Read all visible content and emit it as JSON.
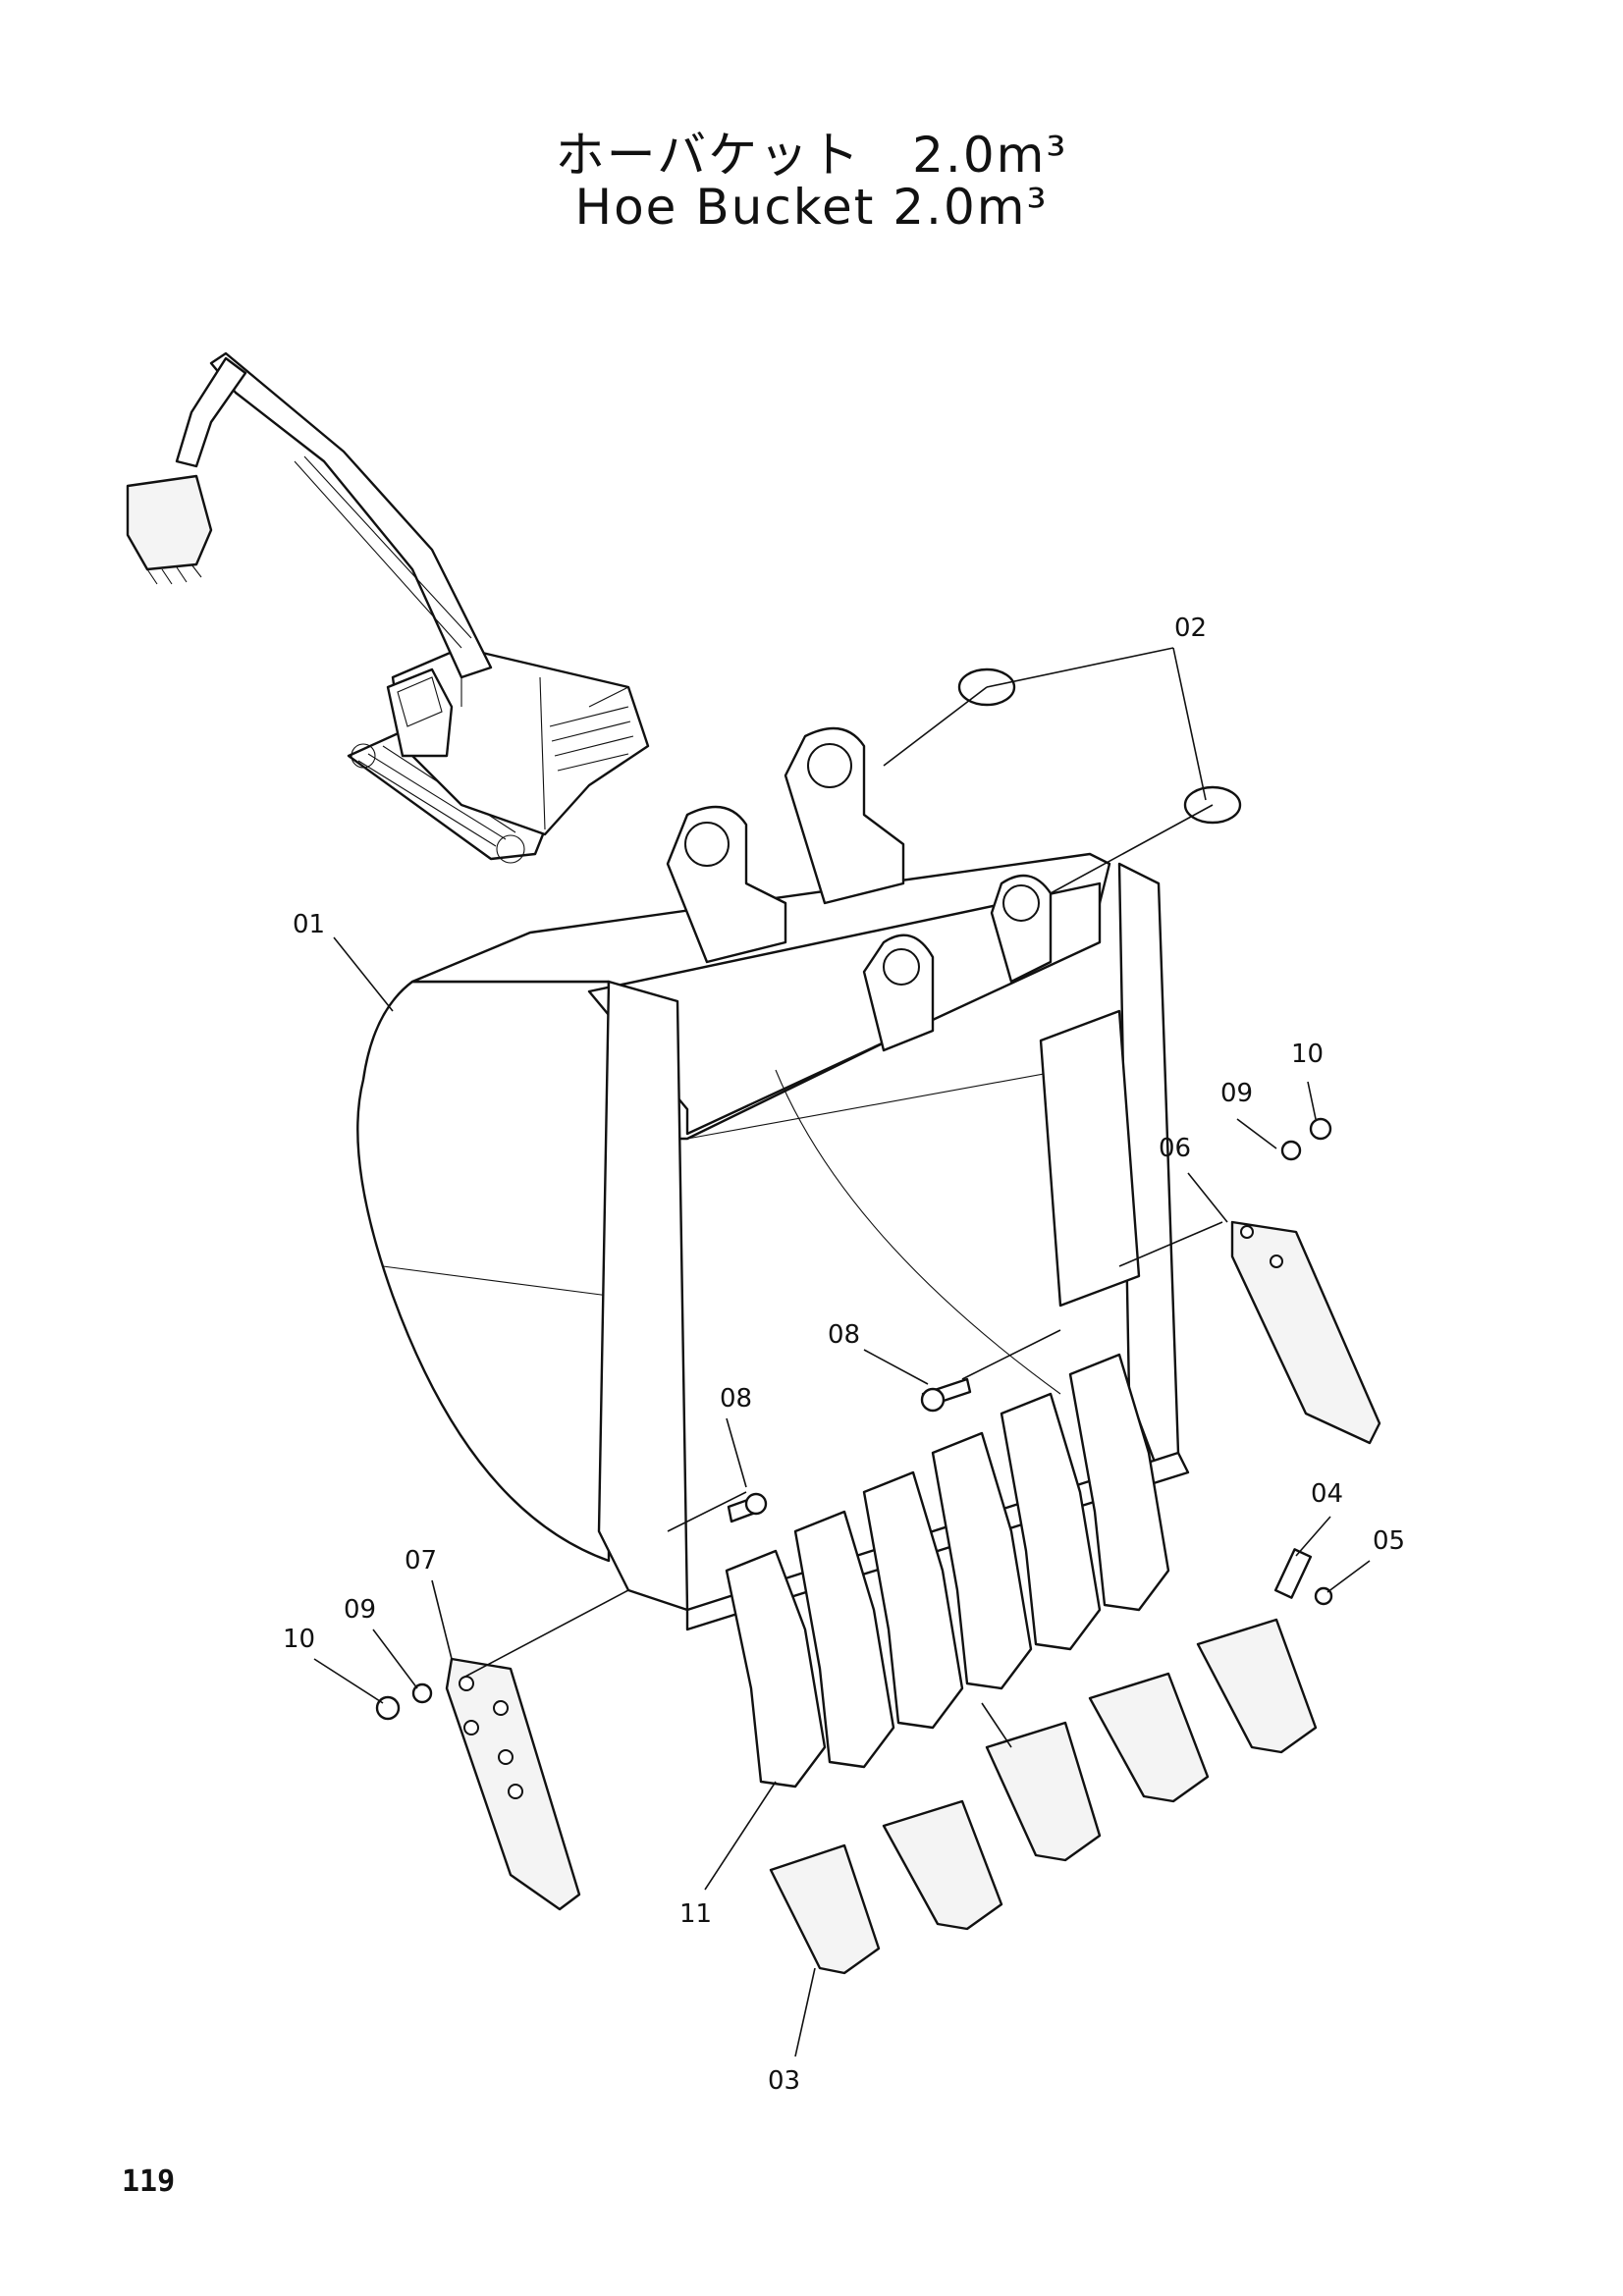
{
  "title_jp": "ホーバケット　2.0m³",
  "title_en": "Hoe Bucket 2.0m³",
  "page_number": "119",
  "callouts": {
    "c01": "01",
    "c02": "02",
    "c03": "03",
    "c04": "04",
    "c05": "05",
    "c06": "06",
    "c07": "07",
    "c08a": "08",
    "c08b": "08",
    "c09a": "09",
    "c09b": "09",
    "c10a": "10",
    "c10b": "10",
    "c11": "11"
  }
}
